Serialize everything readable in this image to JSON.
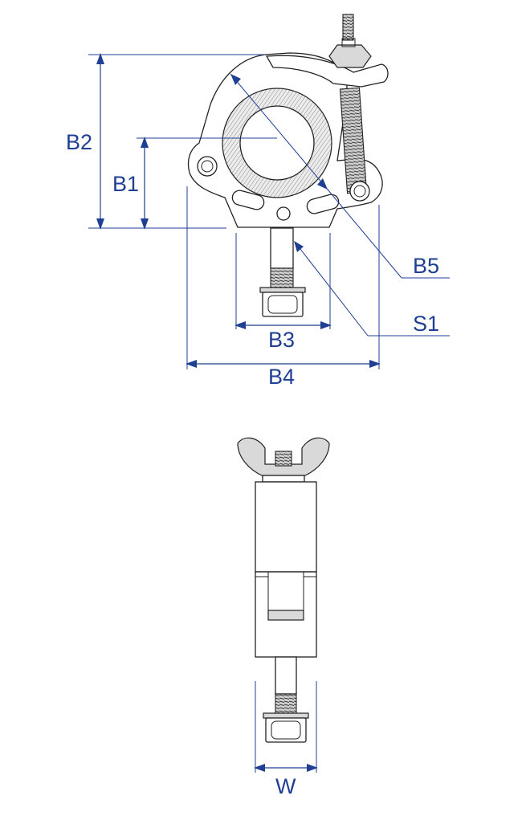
{
  "labels": {
    "b1": "B1",
    "b2": "B2",
    "b3": "B3",
    "b4": "B4",
    "b5": "B5",
    "s1": "S1",
    "w": "W"
  },
  "colors": {
    "dimension": "#1f3f93",
    "outline": "#222222",
    "fill_gray": "#d9d9d9"
  },
  "icons": {
    "front_view": "clamp-front-view",
    "side_view": "clamp-side-view"
  }
}
